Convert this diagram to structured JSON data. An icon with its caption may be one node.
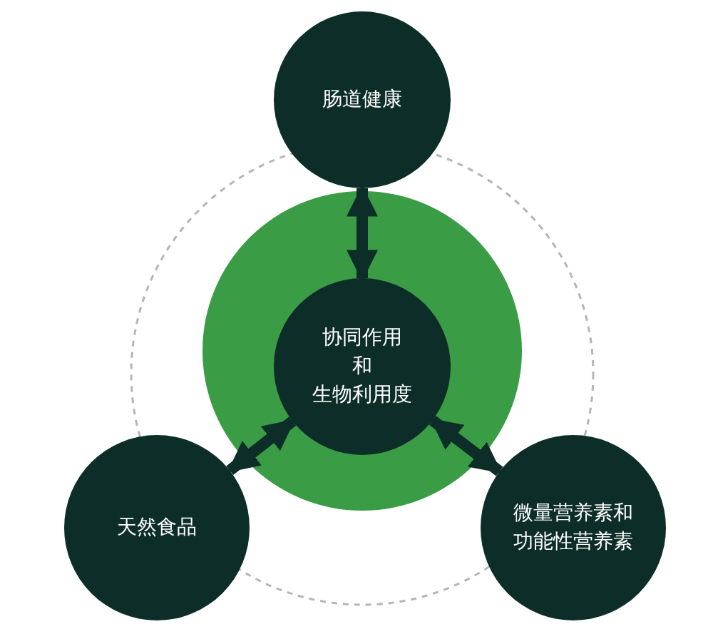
{
  "diagram": {
    "nodes": [
      {
        "text": [],
        "shape": "circle"
      },
      {
        "text": [
          "协同作用",
          "和",
          "生物利用度"
        ],
        "in": 0
      },
      {
        "text": [
          "肠道健康"
        ]
      },
      {
        "text": [
          "天然食品"
        ]
      },
      {
        "text": [
          "微量营养素和功能性营养素"
        ]
      }
    ],
    "edges": [
      {
        "from": 1,
        "to": 2,
        "arrow": "both"
      },
      {
        "from": 1,
        "to": 3,
        "arrow": "both"
      },
      {
        "from": 1,
        "to": 4,
        "arrow": "both"
      }
    ]
  }
}
